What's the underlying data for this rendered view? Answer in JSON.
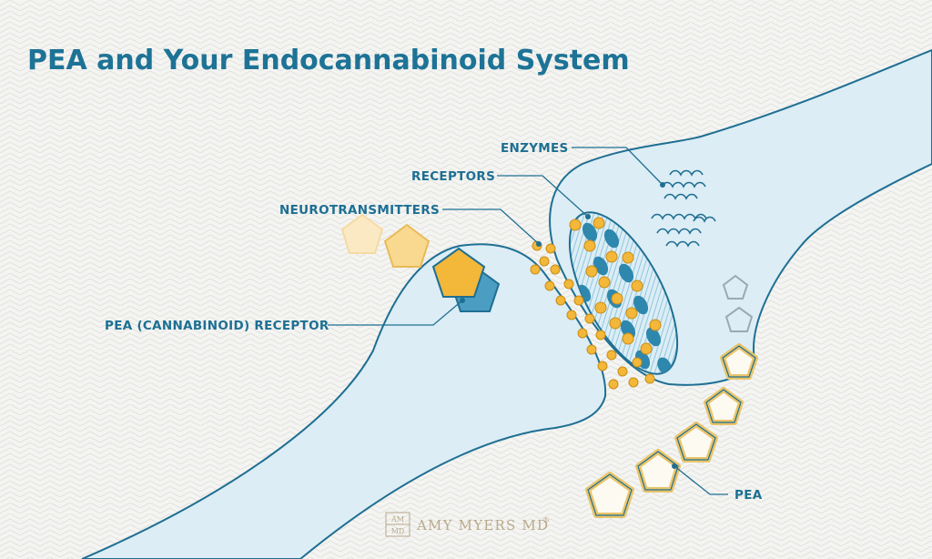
{
  "title": "PEA and Your Endocannabinoid System",
  "labels": {
    "enzymes": "ENZYMES",
    "receptors": "RECEPTORS",
    "neurotransmitters": "NEUROTRANSMITTERS",
    "pea_receptor": "PEA (CANNABINOID) RECEPTOR",
    "pea": "PEA"
  },
  "brand": {
    "monogram_top": "AM",
    "monogram_bottom": "MD",
    "name": "AMY MYERS MD",
    "mark": "®"
  },
  "colors": {
    "title": "#1d7396",
    "label": "#1d6f93",
    "neuron_fill": "#dcedf5",
    "neuron_stroke": "#1f6f92",
    "neurotransmitter": "#f3b73a",
    "receptor_dark": "#2e87ad",
    "pea_outline": "#e9c46a",
    "brand": "#b9a98a"
  }
}
